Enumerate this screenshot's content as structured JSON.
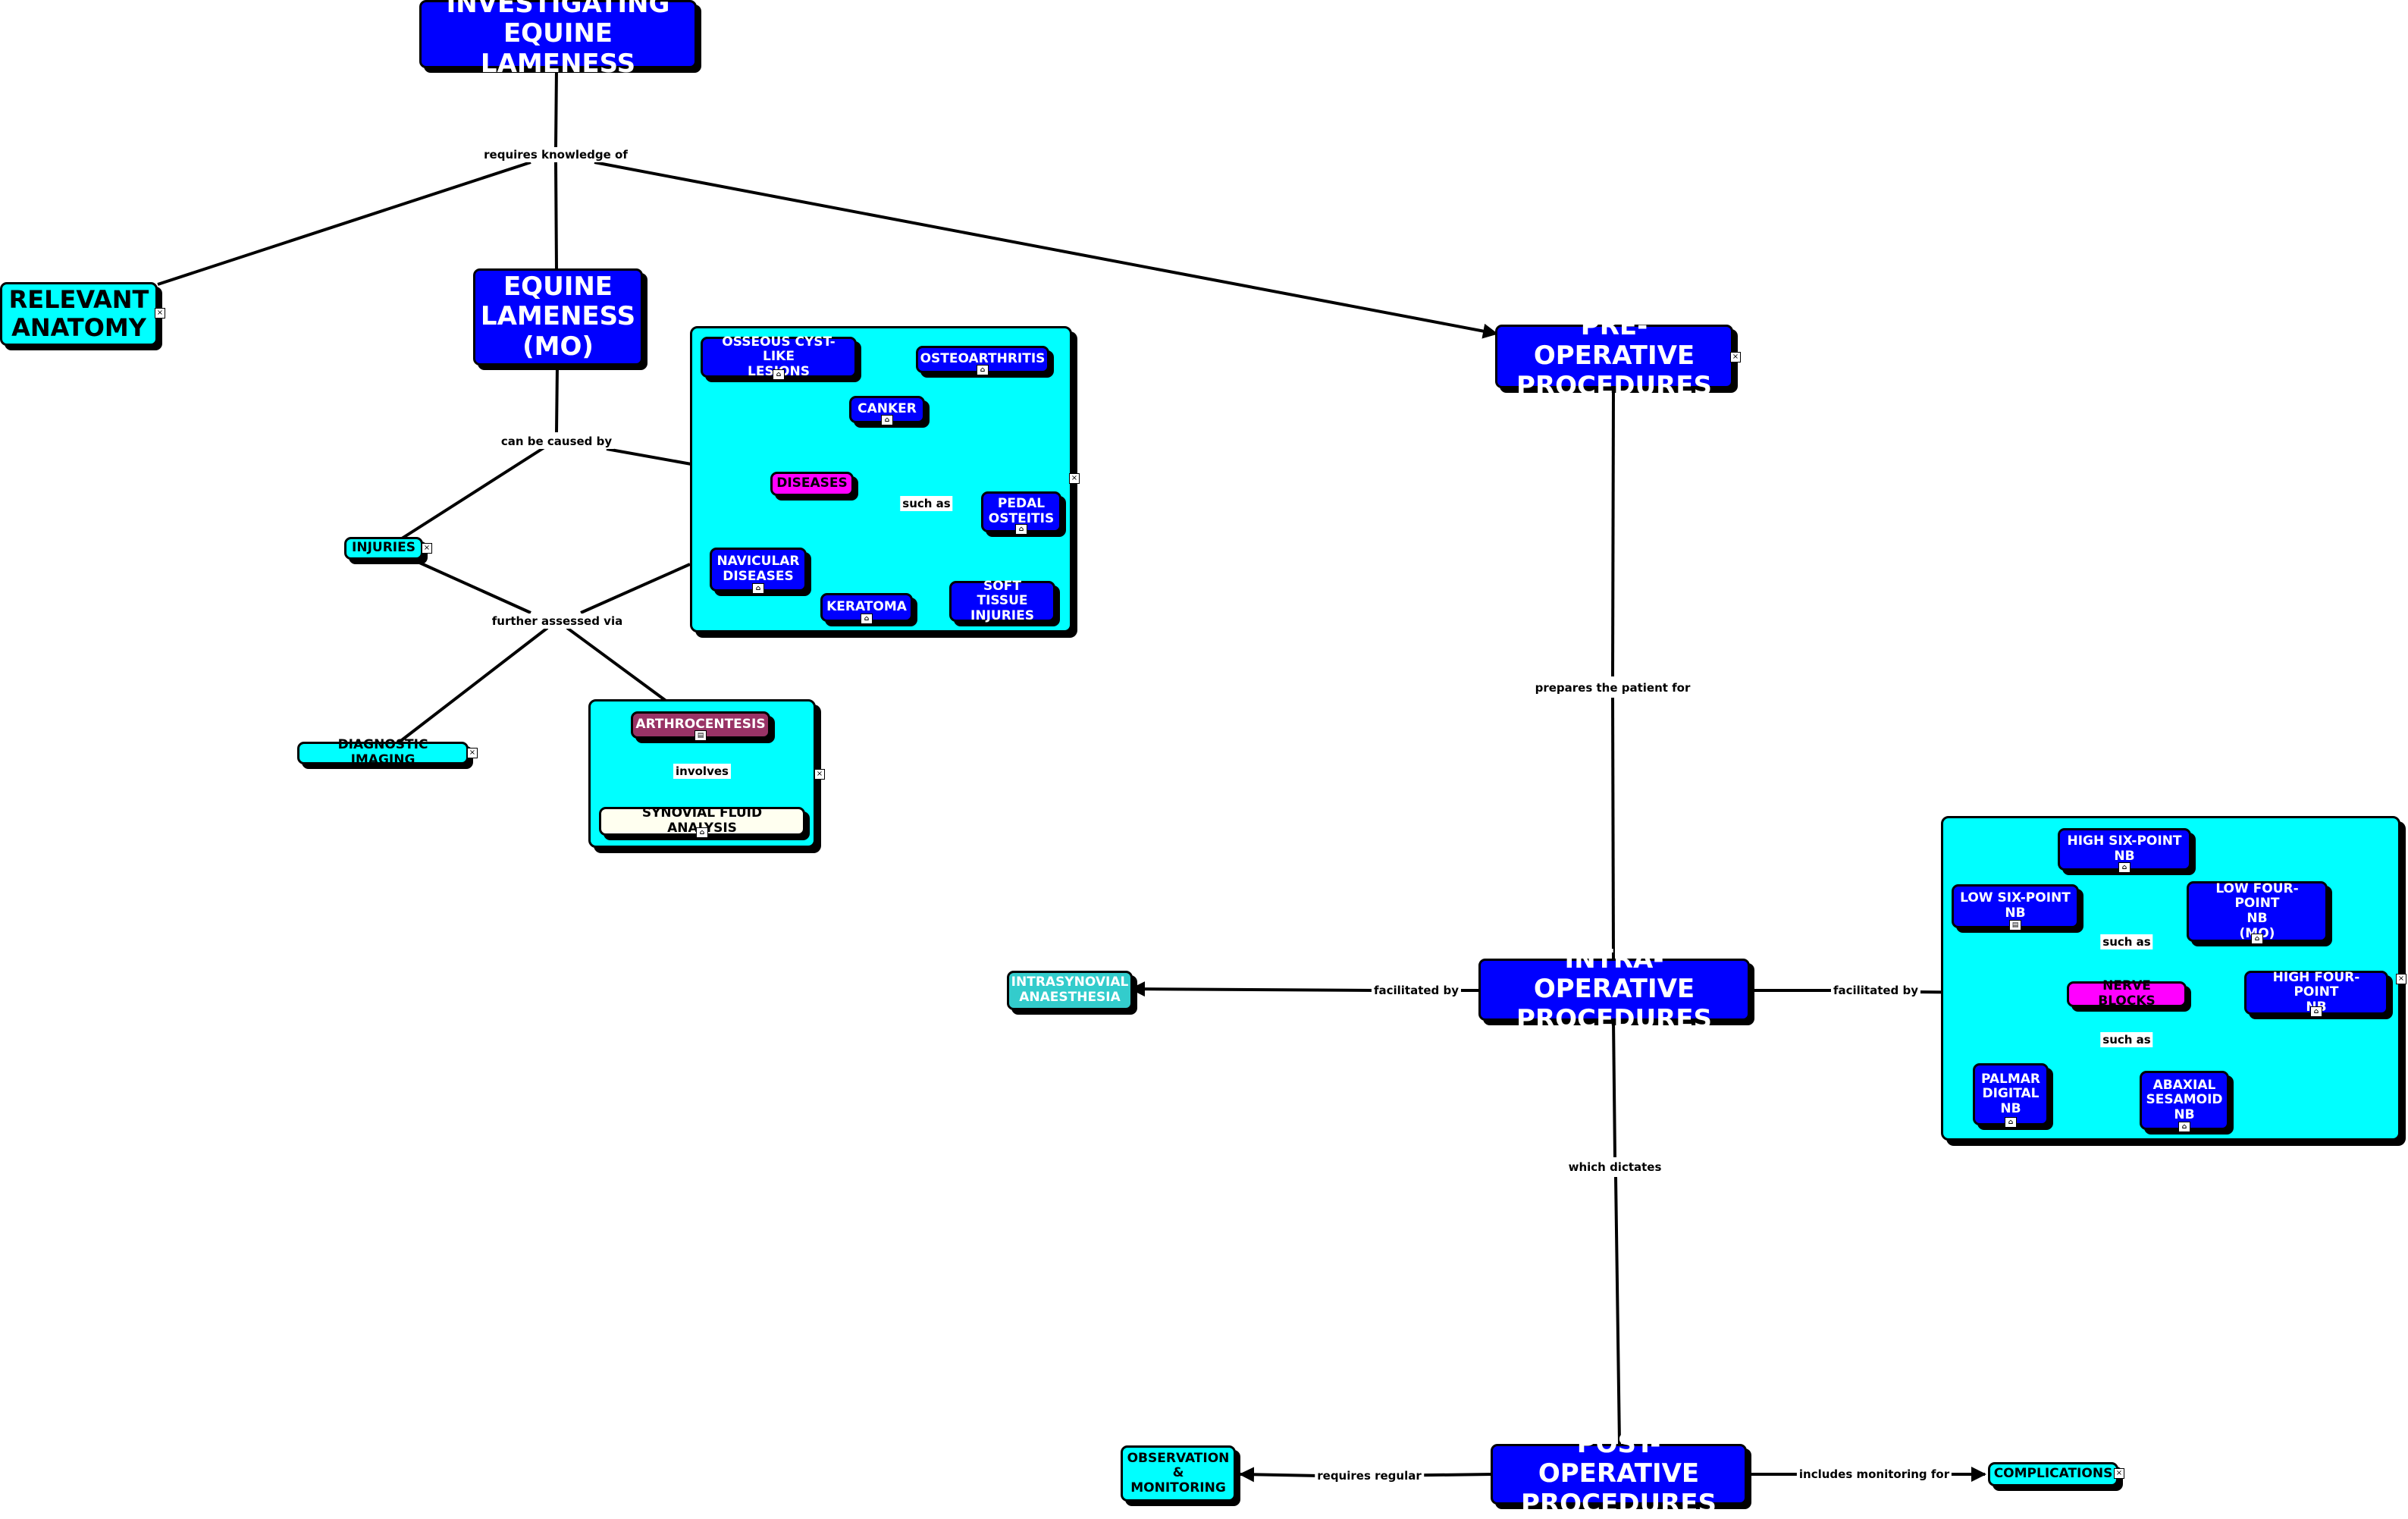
{
  "concepts": {
    "investigating": "INVESTIGATING\nEQUINE LAMENESS",
    "relevant_anatomy": "RELEVANT\nANATOMY",
    "equine_lameness": "EQUINE\nLAMENESS\n(MO)",
    "pre_op": "PRE-OPERATIVE\nPROCEDURES",
    "intra_op": "INTRA-OPERATIVE\nPROCEDURES",
    "post_op": "POST-OPERATIVE\nPROCEDURES",
    "injuries": "INJURIES",
    "diseases": "DISEASES",
    "osseous": "OSSEOUS CYST-LIKE\nLESIONS",
    "osteoarthritis": "OSTEOARTHRITIS",
    "canker": "CANKER",
    "pedal_osteitis": "PEDAL\nOSTEITIS",
    "navicular": "NAVICULAR\nDISEASES",
    "keratoma": "KERATOMA",
    "soft_tissue": "SOFT TISSUE\nINJURIES",
    "diagnostic_imaging": "DIAGNOSTIC IMAGING",
    "arthrocentesis": "ARTHROCENTESIS",
    "synovial": "SYNOVIAL FLUID ANALYSIS",
    "intrasynovial": "INTRASYNOVIAL\nANAESTHESIA",
    "nerve_blocks": "NERVE BLOCKS",
    "high_six": "HIGH SIX-POINT\nNB",
    "low_six": "LOW SIX-POINT\nNB",
    "low_four": "LOW FOUR-POINT\nNB\n(MO)",
    "high_four": "HIGH FOUR-POINT\nNB",
    "palmar": "PALMAR\nDIGITAL\nNB",
    "abaxial": "ABAXIAL\nSESAMOID\nNB",
    "observation": "OBSERVATION\n&\nMONITORING",
    "complications": "COMPLICATIONS"
  },
  "link_labels": {
    "requires_knowledge": "requires knowledge of",
    "can_be_caused": "can be caused by",
    "such_as_diseases": "such as",
    "further_assessed": "further assessed via",
    "involves": "involves",
    "prepares": "prepares the patient for",
    "facilitated_left": "facilitated by",
    "facilitated_right": "facilitated by",
    "such_as_nb_top": "such as",
    "such_as_nb_bottom": "such as",
    "which_dictates": "which dictates",
    "requires_regular": "requires regular",
    "includes_monitoring": "includes monitoring for"
  },
  "colors": {
    "blue": "#0000ff",
    "cyan": "#00ffff",
    "magenta": "#ff00ff",
    "plum": "#993366",
    "teal": "#33cccc",
    "ivory": "#fffff0"
  }
}
